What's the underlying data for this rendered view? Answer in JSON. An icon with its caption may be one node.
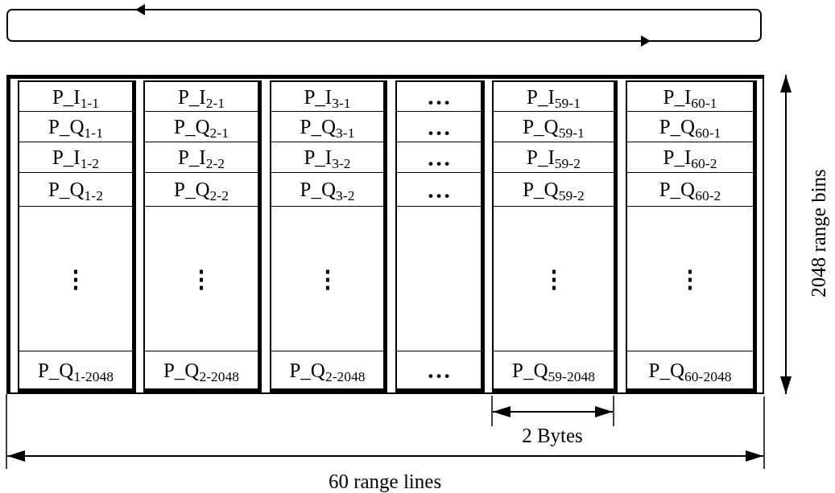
{
  "diagram": {
    "nodes": [
      {
        "text": [],
        "shape": "box"
      },
      {
        "text": [],
        "shape": "box",
        "in": 0
      },
      {
        "text": [
          "P_I$_{1-1}$"
        ],
        "in": 1
      },
      {
        "text": [
          "P_Q$_{1-1}$"
        ],
        "in": 1
      },
      {
        "text": [
          "P_I$_{1-2}$"
        ],
        "in": 1
      },
      {
        "text": [
          "P_Q$_{1-2}$"
        ],
        "in": 1
      },
      {
        "text": [
          "⋮"
        ],
        "in": 1
      },
      {
        "text": [
          "P_Q$_{1-2048}$"
        ],
        "in": 1
      },
      {
        "text": [],
        "shape": "box",
        "in": 0
      },
      {
        "text": [
          "P_I$_{2-1}$"
        ],
        "in": 8
      },
      {
        "text": [
          "P_Q$_{2-1}$"
        ],
        "in": 8
      },
      {
        "text": [
          "P_I$_{2-2}$"
        ],
        "in": 8
      },
      {
        "text": [
          "P_Q$_{2-2}$"
        ],
        "in": 8
      },
      {
        "text": [
          "⋮"
        ],
        "in": 8
      },
      {
        "text": [
          "P_Q$_{2-2048}$"
        ],
        "in": 8
      },
      {
        "text": [],
        "shape": "box",
        "in": 0
      },
      {
        "text": [
          "P_I$_{3-1}$"
        ],
        "in": 15
      },
      {
        "text": [
          "P_Q$_{3-1}$"
        ],
        "in": 15
      },
      {
        "text": [
          "P_I$_{3-2}$"
        ],
        "in": 15
      },
      {
        "text": [
          "P_Q$_{3-2}$"
        ],
        "in": 15
      },
      {
        "text": [
          "⋮"
        ],
        "in": 15
      },
      {
        "text": [
          "P_Q$_{2-2048}$"
        ],
        "in": 15
      },
      {
        "text": [],
        "shape": "box",
        "in": 0
      },
      {
        "text": [
          "…"
        ],
        "in": 22
      },
      {
        "text": [
          "…"
        ],
        "in": 22
      },
      {
        "text": [
          "…"
        ],
        "in": 22
      },
      {
        "text": [
          "…"
        ],
        "in": 22
      },
      {
        "text": [],
        "shape": "box",
        "in": 22
      },
      {
        "text": [
          "…"
        ],
        "in": 22
      },
      {
        "text": [],
        "shape": "box",
        "in": 0
      },
      {
        "text": [
          "P_I$_{59-1}$"
        ],
        "in": 29
      },
      {
        "text": [
          "P_Q$_{59-1}$"
        ],
        "in": 29
      },
      {
        "text": [
          "P_I$_{59-2}$"
        ],
        "in": 29
      },
      {
        "text": [
          "P_Q$_{59-2}$"
        ],
        "in": 29
      },
      {
        "text": [
          "⋮"
        ],
        "in": 29
      },
      {
        "text": [
          "P_Q$_{59-2048}$"
        ],
        "in": 29
      },
      {
        "text": [],
        "shape": "box",
        "in": 0
      },
      {
        "text": [
          "P_I$_{60-1}$"
        ],
        "in": 36
      },
      {
        "text": [
          "P_Q$_{60-1}$"
        ],
        "in": 36
      },
      {
        "text": [
          "P_I$_{60-2}$"
        ],
        "in": 36
      },
      {
        "text": [
          "P_Q$_{60-2}$"
        ],
        "in": 36
      },
      {
        "text": [
          "⋮"
        ],
        "in": 36
      },
      {
        "text": [
          "P_Q$_{60-2048}$"
        ],
        "in": 36
      }
    ],
    "labels": [
      "2048 range bins",
      "2 Bytes",
      "60 range lines"
    ]
  }
}
